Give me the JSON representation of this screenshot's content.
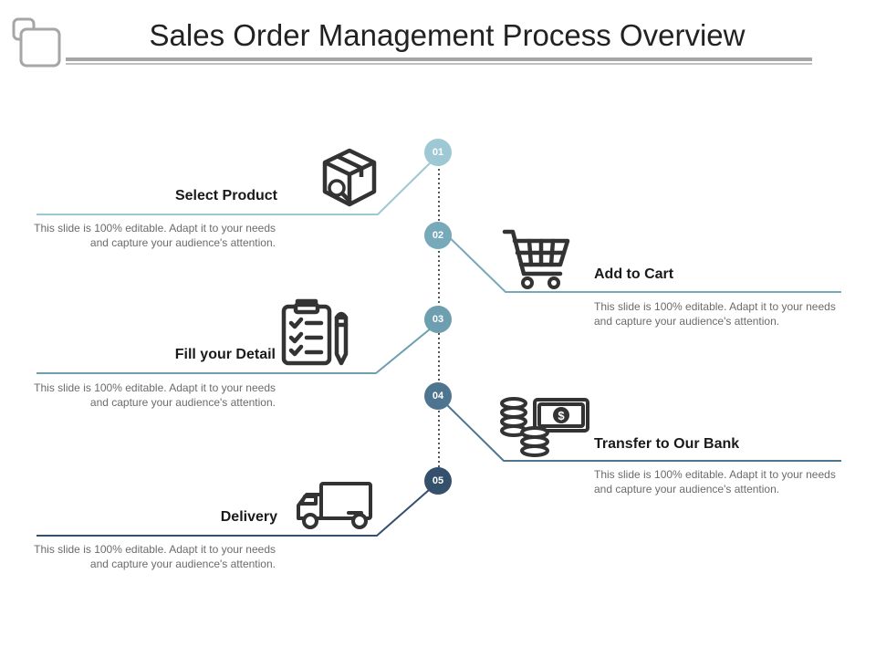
{
  "title": "Sales Order Management Process Overview",
  "colors": {
    "step1": "#9dc8d4",
    "step2": "#76a9ba",
    "step3": "#6d9fb0",
    "step4": "#4e7590",
    "step5": "#34506d",
    "icon": "#333333",
    "desc_text": "#6b6b6b"
  },
  "steps": [
    {
      "number": "01",
      "title": "Select Product",
      "description": "This slide is 100% editable. Adapt it to your needs and capture your audience's attention.",
      "icon": "box-search-icon"
    },
    {
      "number": "02",
      "title": "Add to Cart",
      "description": "This slide is 100% editable. Adapt it to your needs and capture your audience's attention.",
      "icon": "shopping-cart-icon"
    },
    {
      "number": "03",
      "title": "Fill your Detail",
      "description": "This slide is 100% editable. Adapt it to your needs and capture your audience's attention.",
      "icon": "clipboard-pencil-icon"
    },
    {
      "number": "04",
      "title": "Transfer to Our Bank",
      "description": "This slide is 100% editable. Adapt it to your needs and capture your audience's attention.",
      "icon": "coins-banknote-icon"
    },
    {
      "number": "05",
      "title": "Delivery",
      "description": "This slide is 100% editable. Adapt it to your needs and capture your audience's attention.",
      "icon": "delivery-truck-icon"
    }
  ]
}
